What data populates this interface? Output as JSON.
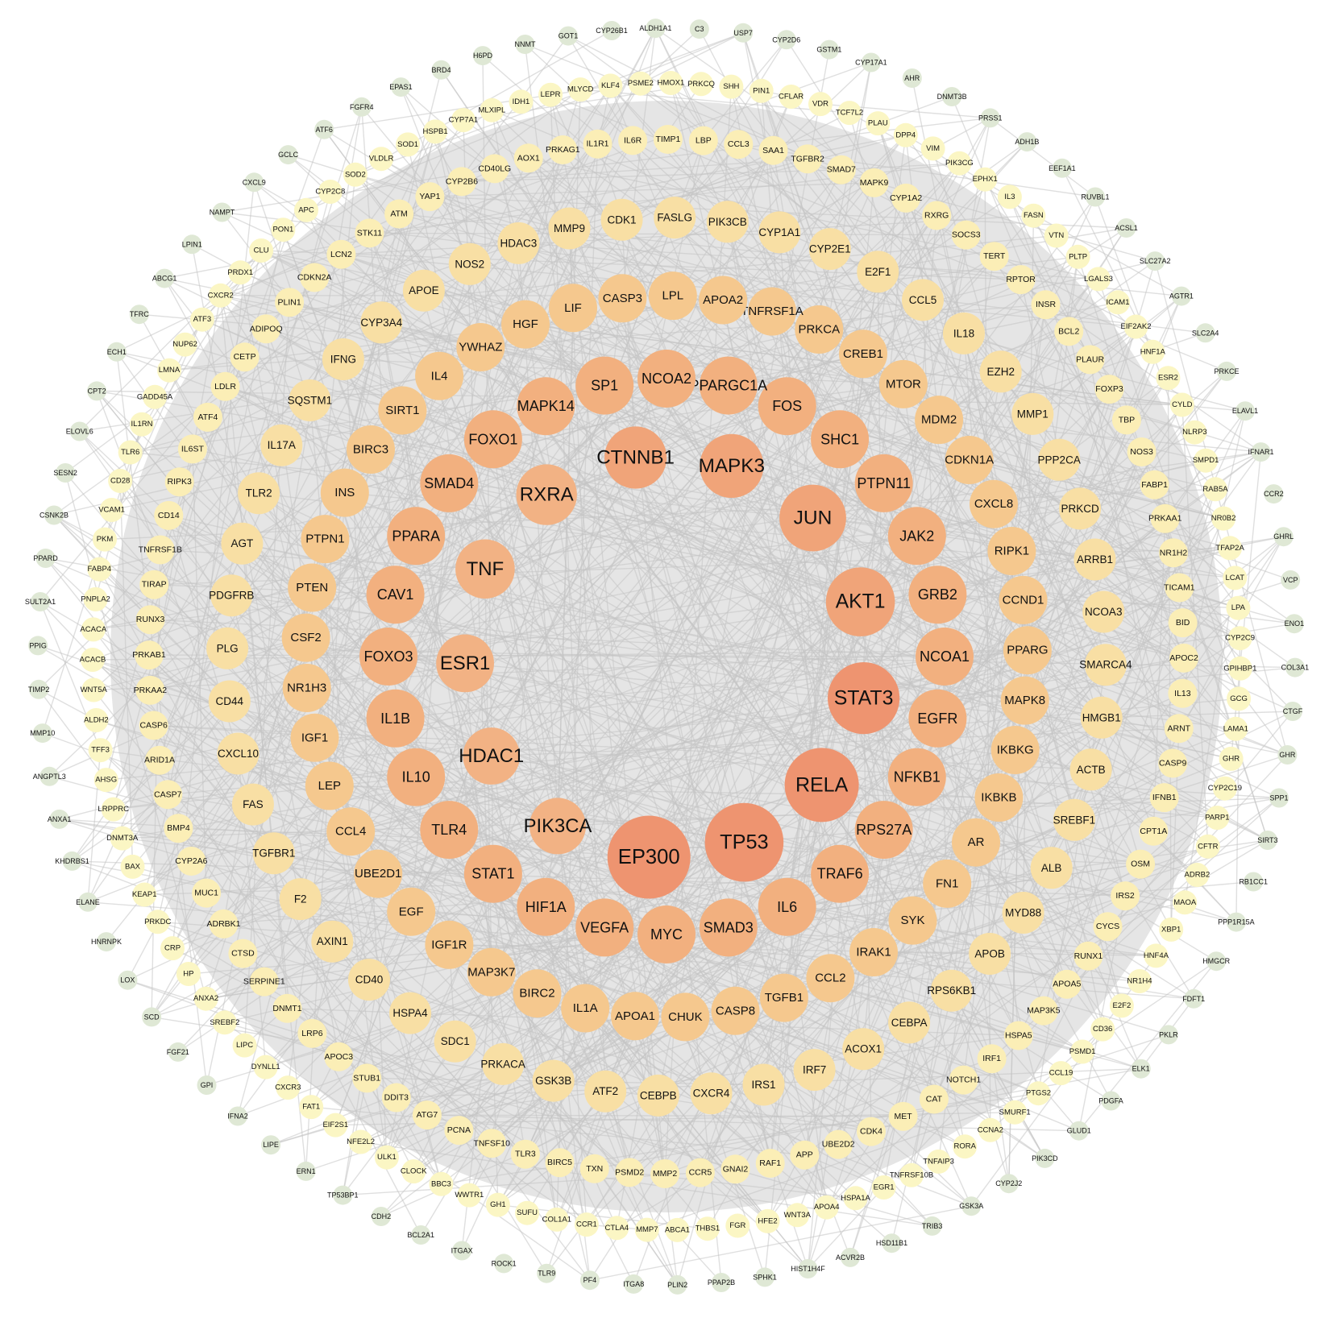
{
  "rings": [
    {
      "level": 6,
      "nodes": [
        "EP300",
        "TP53",
        "RELA",
        "STAT3",
        "AKT1",
        "JUN",
        "MAPK3",
        "CTNNB1",
        "RXRA",
        "TNF",
        "ESR1",
        "HDAC1",
        "PIK3CA"
      ]
    },
    {
      "level": 5,
      "nodes": [
        "MYC",
        "SMAD3",
        "IL6",
        "TRAF6",
        "RPS27A",
        "NFKB1",
        "EGFR",
        "NCOA1",
        "GRB2",
        "JAK2",
        "PTPN11",
        "SHC1",
        "FOS",
        "PPARGC1A",
        "NCOA2",
        "SP1",
        "MAPK14",
        "FOXO1",
        "SMAD4",
        "PPARA",
        "CAV1",
        "FOXO3",
        "IL1B",
        "IL10",
        "TLR4",
        "STAT1",
        "HIF1A",
        "VEGFA"
      ]
    },
    {
      "level": 4,
      "nodes": [
        "APOA1",
        "CHUK",
        "CASP8",
        "TGFB1",
        "CCL2",
        "IRAK1",
        "SYK",
        "FN1",
        "AR",
        "IKBKB",
        "IKBKG",
        "MAPK8",
        "PPARG",
        "CCND1",
        "RIPK1",
        "CXCL8",
        "CDKN1A",
        "MDM2",
        "MTOR",
        "CREB1",
        "PRKCA",
        "TNFRSF1A",
        "APOA2",
        "LPL",
        "CASP3",
        "LIF",
        "HGF",
        "YWHAZ",
        "IL4",
        "SIRT1",
        "BIRC3",
        "INS",
        "PTPN1",
        "PTEN",
        "CSF2",
        "NR1H3",
        "IGF1",
        "LEP",
        "CCL4",
        "UBE2D1",
        "EGF",
        "IGF1R",
        "MAP3K7",
        "BIRC2",
        "IL1A"
      ]
    },
    {
      "level": 3,
      "nodes": [
        "ATF2",
        "CEBPB",
        "CXCR4",
        "IRS1",
        "IRF7",
        "ACOX1",
        "CEBPA",
        "RPS6KB1",
        "APOB",
        "MYD88",
        "ALB",
        "SREBF1",
        "ACTB",
        "HMGB1",
        "SMARCA4",
        "NCOA3",
        "ARRB1",
        "PRKCD",
        "PPP2CA",
        "MMP1",
        "EZH2",
        "IL18",
        "CCL5",
        "E2F1",
        "CYP2E1",
        "CYP1A1",
        "PIK3CB",
        "FASLG",
        "CDK1",
        "MMP9",
        "HDAC3",
        "NOS2",
        "APOE",
        "CYP3A4",
        "IFNG",
        "SQSTM1",
        "IL17A",
        "TLR2",
        "AGT",
        "PDGFRB",
        "PLG",
        "CD44",
        "CXCL10",
        "FAS",
        "TGFBR1",
        "F2",
        "AXIN1",
        "CD40",
        "HSPA4",
        "SDC1",
        "PRKACA",
        "GSK3B"
      ]
    },
    {
      "level": 2,
      "nodes": [
        "TXN",
        "PSMD2",
        "MMP2",
        "CCR5",
        "GNAI2",
        "RAF1",
        "APP",
        "UBE2D2",
        "CDK4",
        "MET",
        "CAT",
        "NOTCH1",
        "IRF1",
        "HSPA5",
        "MAP3K5",
        "APOA5",
        "RUNX1",
        "CYCS",
        "IRS2",
        "OSM",
        "CPT1A",
        "IFNB1",
        "CASP9",
        "ARNT",
        "IL13",
        "APOC2",
        "BID",
        "TICAM1",
        "NR1H2",
        "PRKAA1",
        "FABP1",
        "NOS3",
        "TBP",
        "FOXP3",
        "PLAUR",
        "BCL2",
        "INSR",
        "RPTOR",
        "TERT",
        "SOCS3",
        "RXRG",
        "CYP1A2",
        "MAPK9",
        "SMAD7",
        "TGFBR2",
        "SAA1",
        "CCL3",
        "LBP",
        "TIMP1",
        "IL6R",
        "IL1R1",
        "PRKAG1",
        "AOX1",
        "CD40LG",
        "CYP2B6",
        "YAP1",
        "ATM",
        "STK11",
        "LCN2",
        "CDKN2A",
        "PLIN1",
        "ADIPOQ",
        "CETP",
        "LDLR",
        "ATF4",
        "IL6ST",
        "RIPK3",
        "CD14",
        "TNFRSF1B",
        "TIRAP",
        "RUNX3",
        "PRKAB1",
        "PRKAA2",
        "CASP6",
        "ARID1A",
        "CASP7",
        "BMP4",
        "CYP2A6",
        "MUC1",
        "ADRBK1",
        "CTSD",
        "SERPINE1",
        "DNMT1",
        "LRP6",
        "APOC3",
        "STUB1",
        "DDIT3",
        "ATG7",
        "PCNA",
        "TNFSF10",
        "TLR3",
        "BIRC5"
      ]
    },
    {
      "level": 1,
      "nodes": [
        "CCR1",
        "CTLA4",
        "MMP7",
        "ABCA1",
        "THBS1",
        "FGR",
        "HFE2",
        "WNT3A",
        "APOA4",
        "HSPA1A",
        "EGR1",
        "TNFRSF10B",
        "TNFAIP3",
        "RORA",
        "CCNA2",
        "SMURF1",
        "PTGS2",
        "CCL19",
        "PSMD1",
        "CD36",
        "E2F2",
        "NR1H4",
        "HNF4A",
        "XBP1",
        "MAOA",
        "ADRB2",
        "CFTR",
        "PARP1",
        "CYP2C19",
        "GHR",
        "LAMA1",
        "GCG",
        "GPIHBP1",
        "CYP2C9",
        "LPA",
        "LCAT",
        "TFAP2A",
        "NR0B2",
        "RAB5A",
        "SMPD1",
        "NLRP3",
        "CYLD",
        "ESR2",
        "HNF1A",
        "EIF2AK2",
        "ICAM1",
        "LGALS3",
        "PLTP",
        "VTN",
        "FASN",
        "IL3",
        "EPHX1",
        "PIK3CG",
        "VIM",
        "DPP4",
        "PLAU",
        "TCF7L2",
        "VDR",
        "CFLAR",
        "PIN1",
        "SHH",
        "PRKCQ",
        "HMOX1",
        "PSME2",
        "KLF4",
        "MLYCD",
        "LEPR",
        "IDH1",
        "MLXIPL",
        "CYP7A1",
        "HSPB1",
        "SOD1",
        "VLDLR",
        "SOD2",
        "CYP2C8",
        "APC",
        "PON1",
        "CLU",
        "PRDX1",
        "CXCR2",
        "ATF3",
        "NUP62",
        "LMNA",
        "GADD45A",
        "IL1RN",
        "TLR6",
        "CD28",
        "VCAM1",
        "PKM",
        "FABP4",
        "PNPLA2",
        "ACACA",
        "ACACB",
        "WNT5A",
        "ALDH2",
        "TFF3",
        "AHSG",
        "LRPPRC",
        "DNMT3A",
        "BAX",
        "KEAP1",
        "PRKDC",
        "CRP",
        "HP",
        "ANXA2",
        "SREBF2",
        "LIPC",
        "DYNLL1",
        "CXCR3",
        "FAT1",
        "EIF2S1",
        "NFE2L2",
        "ULK1",
        "CLOCK",
        "BBC3",
        "WWTR1",
        "GH1",
        "SUFU",
        "COL1A1"
      ]
    },
    {
      "level": 0,
      "nodes": [
        "ITGA8",
        "PLIN2",
        "PPAP2B",
        "SPHK1",
        "HIST1H4F",
        "ACVR2B",
        "HSD11B1",
        "TRIB3",
        "GSK3A",
        "CYP2J2",
        "PIK3CD",
        "GLUD1",
        "PDGFA",
        "ELK1",
        "PKLR",
        "FDFT1",
        "HMGCR",
        "PPP1R15A",
        "RB1CC1",
        "SIRT3",
        "SPP1",
        "GHR",
        "CTGF",
        "COL3A1",
        "ENO1",
        "VCP",
        "GHRL",
        "CCR2",
        "IFNAR1",
        "ELAVL1",
        "PRKCE",
        "SLC2A4",
        "AGTR1",
        "SLC27A2",
        "ACSL1",
        "RUVBL1",
        "EEF1A1",
        "ADH1B",
        "PRSS1",
        "DNMT3B",
        "AHR",
        "CYP17A1",
        "GSTM1",
        "CYP2D6",
        "USP7",
        "C3",
        "ALDH1A1",
        "CYP26B1",
        "GOT1",
        "NNMT",
        "H6PD",
        "BRD4",
        "EPAS1",
        "FGFR4",
        "ATF6",
        "GCLC",
        "CXCL9",
        "NAMPT",
        "LPIN1",
        "ABCG1",
        "TFRC",
        "ECH1",
        "CPT2",
        "ELOVL6",
        "SESN2",
        "CSNK2B",
        "PPARD",
        "SULT2A1",
        "PPIG",
        "TIMP2",
        "MMP10",
        "ANGPTL3",
        "ANXA1",
        "KHDRBS1",
        "ELANE",
        "HNRNPK",
        "LOX",
        "SCD",
        "FGF21",
        "GPI",
        "IFNA2",
        "LIPE",
        "ERN1",
        "TP53BP1",
        "CDH2",
        "BCL2A1",
        "ITGAX",
        "ROCK1",
        "TLR9",
        "PF4"
      ]
    }
  ],
  "colors": {
    "background": "#ffffff",
    "edge": "#c4c4c4",
    "core_fill": "#d0d0d0",
    "level_colors": [
      "#dfe8d5",
      "#fbf6c4",
      "#fbeeb6",
      "#f8dfa4",
      "#f5c88e",
      "#f2b07f",
      "#ee9873"
    ]
  }
}
